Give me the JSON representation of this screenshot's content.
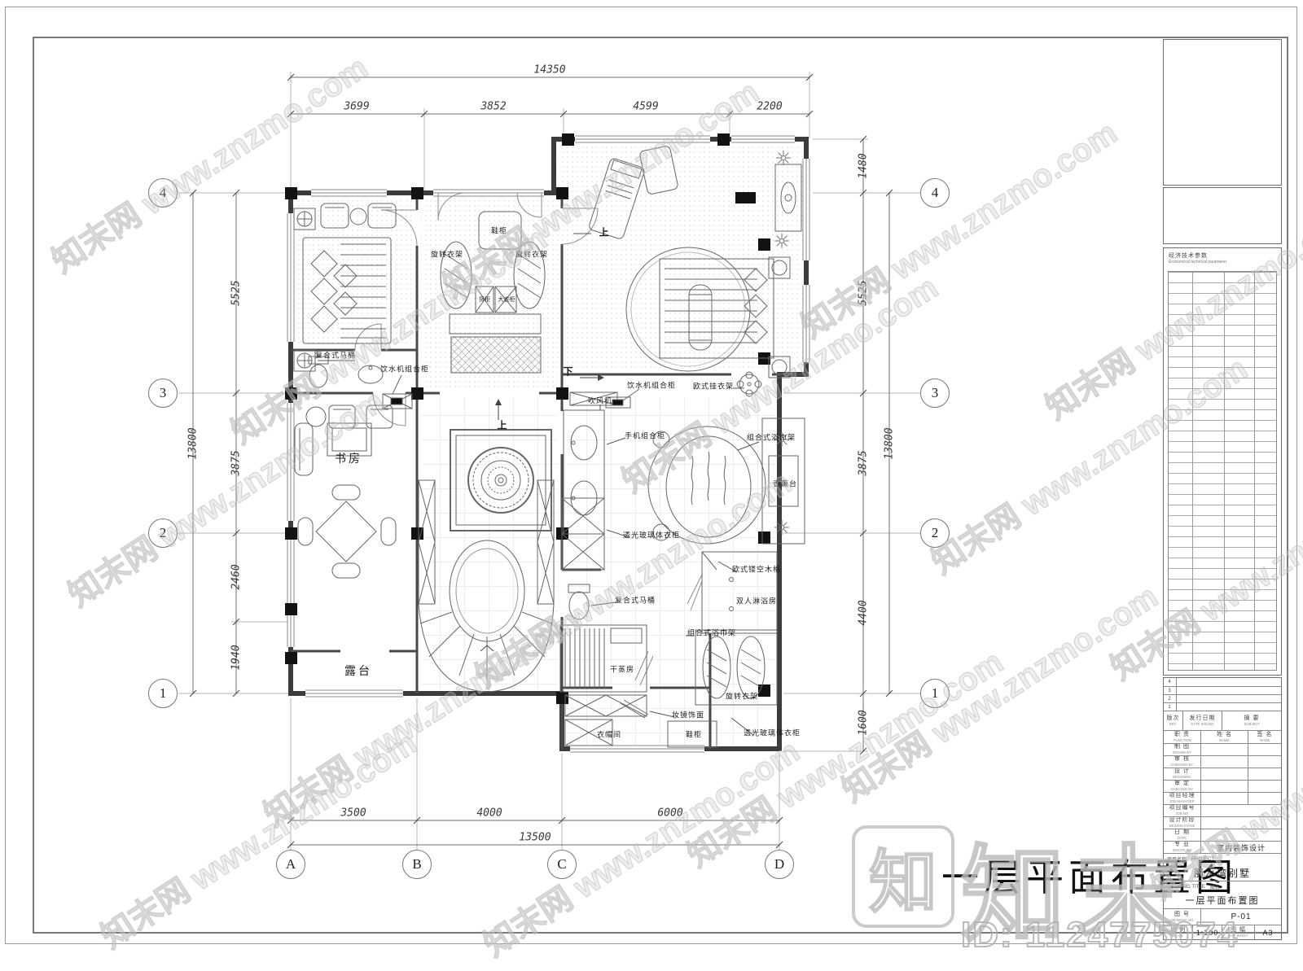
{
  "sheet": {
    "drawing_title": "一层平面布置图",
    "stair_up": "上",
    "stair_down": "下"
  },
  "watermark": {
    "tile_text": "知末网 www.znzmo.com",
    "logo_char": "知",
    "logo_text": "知末",
    "id_text": "ID: 1124775074"
  },
  "grid": {
    "cols": [
      "A",
      "B",
      "C",
      "D"
    ],
    "rows": [
      "4",
      "3",
      "2",
      "1"
    ]
  },
  "dims": {
    "top_total": "14350",
    "top": [
      "3699",
      "3852",
      "4599",
      "2200"
    ],
    "bottom": [
      "3500",
      "4000",
      "6000"
    ],
    "bottom_total": "13500",
    "left_total": "13800",
    "left": [
      "5525",
      "3875",
      "2460",
      "1940"
    ],
    "right": [
      "1480",
      "5525",
      "3875",
      "4400",
      "1600"
    ],
    "right_total": "13800"
  },
  "labels": {
    "shoe_cabinet": "鞋柜",
    "rotating_rack": "旋转衣架",
    "cabinet_small_l": "货柜",
    "cabinet_small_r": "大衣柜",
    "composite_toilet": "复合式马桶",
    "water_dispenser": "饮水机组合柜",
    "study": "书房",
    "terrace": "露台",
    "euro_coat_rack": "欧式挂衣架",
    "hair_dryer": "吹风机",
    "phone_cabinet": "手机组合柜",
    "towel_rack": "组合式浴巾架",
    "aroma_table": "香薰台",
    "glass_wardrobe": "透光玻璃体衣柜",
    "euro_lattice": "欧式镂空木格",
    "double_shower": "双人淋浴房",
    "dry_sauna": "干蒸房",
    "mirror_finish": "妆镜饰面",
    "cloakroom": "衣帽间"
  },
  "titleblock": {
    "econ_cn": "经济技术参数",
    "econ_en": "Economical technical parameter",
    "rev_nums": [
      "4",
      "3",
      "2",
      "1"
    ],
    "rev_hdr": {
      "c1cn": "版次",
      "c1en": "REV",
      "c2cn": "发行日期",
      "c2en": "DATE ISSUED",
      "c3cn": "摘 要",
      "c3en": "SUBJECT"
    },
    "func_hdr": {
      "c1cn": "职 责",
      "c1en": "FUNCTION",
      "c2cn": "姓 名",
      "c2en": "NAME",
      "c3cn": "签 名",
      "c3en": "NAME"
    },
    "rows": [
      {
        "cn": "制 图",
        "en": "DRAWN BY",
        "val": ""
      },
      {
        "cn": "审 核",
        "en": "CHECKED BY",
        "val": ""
      },
      {
        "cn": "设 计",
        "en": "DESIGNER",
        "val": ""
      },
      {
        "cn": "审 定",
        "en": "CHECKED BY",
        "val": ""
      },
      {
        "cn": "项目经理",
        "en": "JOB MANAGER",
        "val": ""
      },
      {
        "cn": "项目编号",
        "en": "JOB NO",
        "val": ""
      },
      {
        "cn": "设计阶段",
        "en": "DESIGN STAGE",
        "val": ""
      },
      {
        "cn": "日 期",
        "en": "DATE",
        "val": ""
      },
      {
        "cn": "专 业",
        "en": "DISCIPLINE",
        "val": "室内装饰设计"
      }
    ],
    "proj_hdr_cn": "项目名称",
    "proj_hdr_en": "PROJECT",
    "proj_val": "丽水湾别墅",
    "title_hdr_en": "DRAWING TITLE",
    "title_hdr_cn": "图名",
    "title_val": "一层平面布置图",
    "no_cn": "图 号",
    "no_en": "DRAWING NO",
    "no_val": "P-01",
    "scale_cn": "比 例",
    "scale_en": "SCALE",
    "scale_val": "1:100",
    "sheet_cn": "图 幅",
    "sheet_en": "MAP SHEET",
    "sheet_val": "A3"
  }
}
